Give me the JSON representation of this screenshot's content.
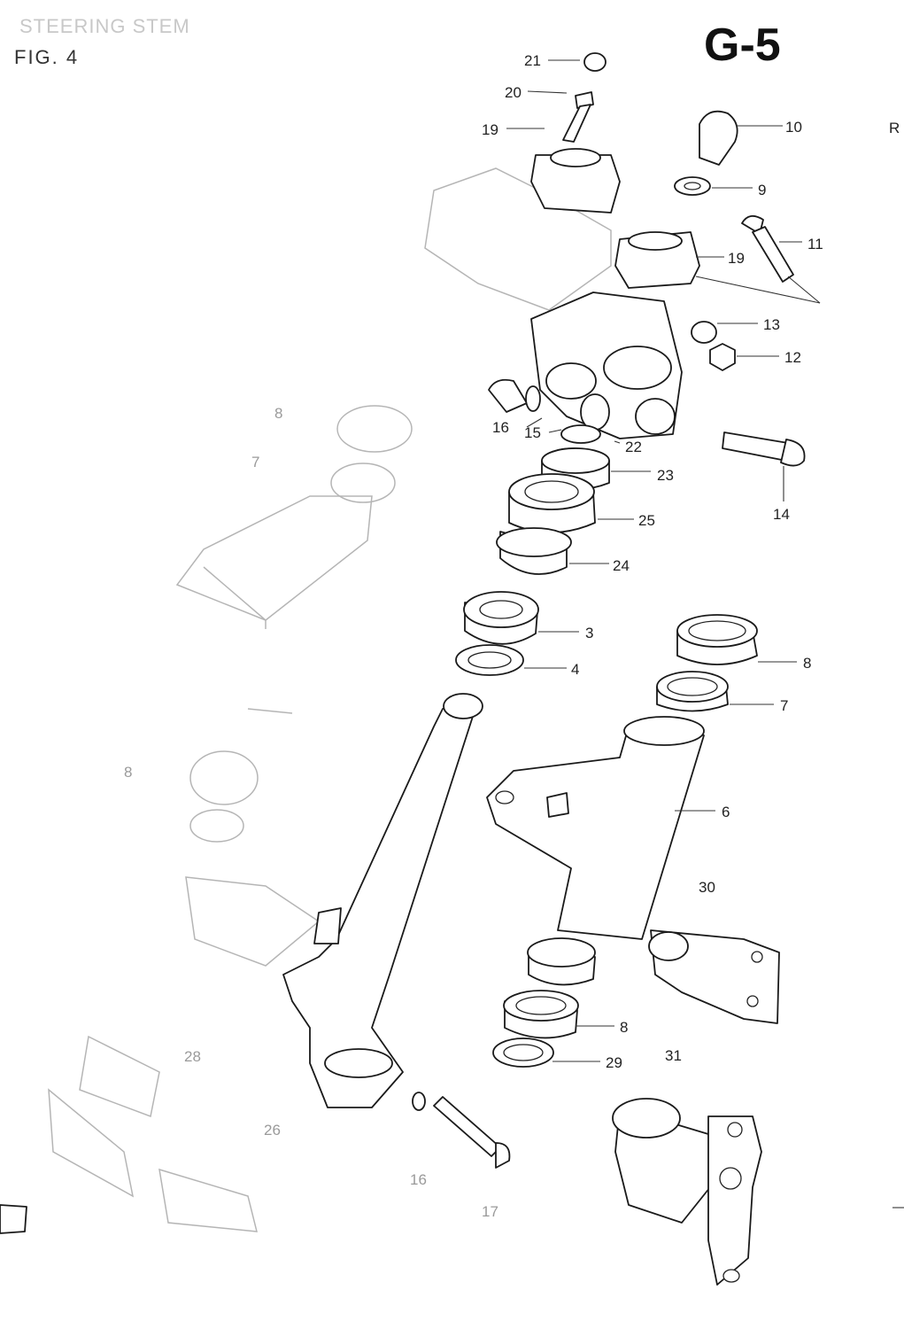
{
  "header": {
    "section_title": "STEERING STEM",
    "figure_label": "FIG. 4",
    "section_code": "G-5",
    "margin_mark": "R"
  },
  "callouts": [
    "21",
    "20",
    "19",
    "10",
    "9",
    "11",
    "19",
    "13",
    "12",
    "16",
    "15",
    "22",
    "23",
    "14",
    "25",
    "24",
    "3",
    "4",
    "8",
    "7",
    "6",
    "30",
    "8",
    "29",
    "31",
    "16",
    "17",
    "8",
    "7",
    "8",
    "28",
    "26"
  ],
  "colors": {
    "ink": "#1a1a1a",
    "faint_ink": "#b5b5b5",
    "paper": "#ffffff"
  }
}
